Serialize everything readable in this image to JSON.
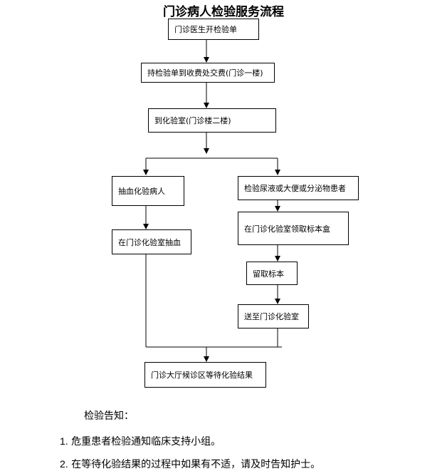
{
  "title": "门诊病人检验服务流程",
  "steps": {
    "s1": "门诊医生开检验单",
    "s2": "持检验单到收费处交费(门诊一楼)",
    "s3": "到化验室(门诊楼二楼)",
    "left1": "抽血化验病人",
    "left2": "在门诊化验室抽血",
    "right1": "检验尿液或大便或分泌物患者",
    "right2": "在门诊化验室领取标本盒",
    "right3": "留取标本",
    "right4": "送至门诊化验室",
    "final": "门诊大厅候诊区等待化验结果"
  },
  "notice": {
    "title": "检验告知：",
    "items": [
      {
        "num": "1.",
        "text": "危重患者检验通知临床支持小组。"
      },
      {
        "num": "2.",
        "text": "在等待化验结果的过程中如果有不适，请及时告知护士。"
      }
    ]
  }
}
